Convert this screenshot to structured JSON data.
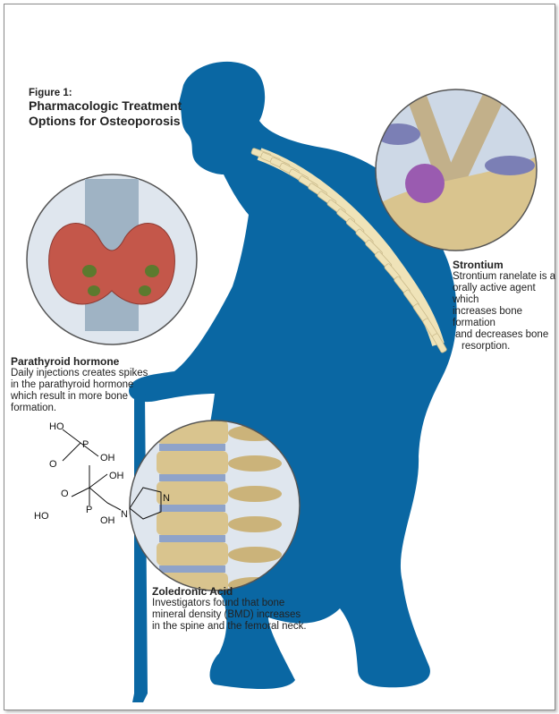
{
  "figure": {
    "label": "Figure 1:",
    "title_line1": "Pharmacologic Treatment",
    "title_line2": "Options for Osteoporosis"
  },
  "callouts": {
    "parathyroid": {
      "heading": "Parathyroid hormone",
      "lines": [
        "Daily injections creates spikes",
        "in the parathyroid hormone",
        "which result in more bone",
        "formation."
      ]
    },
    "strontium": {
      "heading": "Strontium",
      "lines": [
        "Strontium ranelate is a",
        "orally active agent which",
        "increases bone formation",
        "and decreases bone",
        "resorption."
      ]
    },
    "zoledronic": {
      "heading": "Zoledronic Acid",
      "lines": [
        "Investigators found that bone",
        "mineral density (BMD) increases",
        "in the spine and the femoral neck."
      ]
    }
  },
  "chemical_labels": {
    "ho_top": "HO",
    "p_top": "P",
    "o_top": "O",
    "oh_top": "OH",
    "oh_mid": "OH",
    "o_bottom": "O",
    "p_bottom": "P",
    "ho_bottom": "HO",
    "oh_bottom": "OH",
    "n_ring1": "N",
    "n_ring2": "N"
  },
  "colors": {
    "silhouette": "#0a67a3",
    "spine": "#efe3b8",
    "thyroid": "#c4574a",
    "bone": "#d9c48e"
  }
}
